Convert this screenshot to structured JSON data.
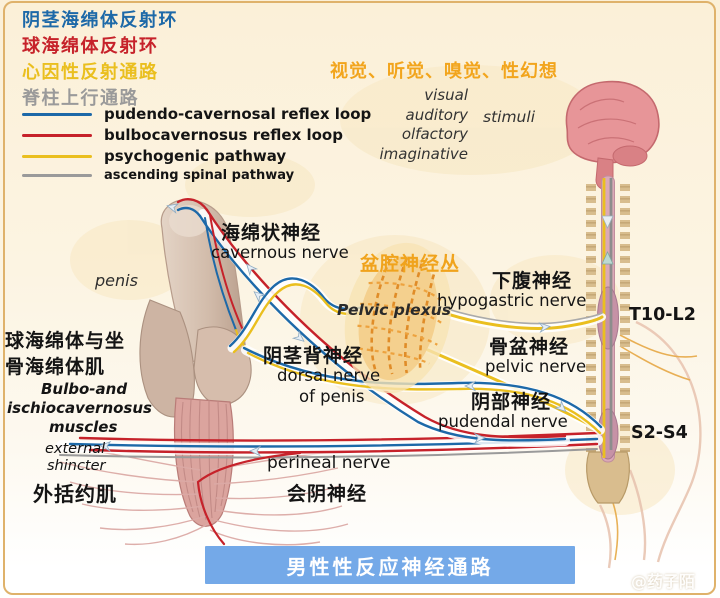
{
  "banner": {
    "title": "男性性反应神经通路"
  },
  "watermark": {
    "handle": "@药子陌"
  },
  "colors": {
    "background_cream": "#fbf0d8",
    "frame_gold": "#dfb26b",
    "blue_pathway": "#1d69a8",
    "red_pathway": "#c6222a",
    "yellow_pathway": "#eabf1f",
    "gray_pathway": "#9a9a9a",
    "orange_text": "#f2a51d",
    "banner_blue": "#74a9e8",
    "banner_text": "#ffffff"
  },
  "legend": {
    "items": [
      {
        "cn": "阴茎海绵体反射环",
        "en": "pudendo-cavernosal reflex loop",
        "color": "#1d69a8"
      },
      {
        "cn": "球海绵体反射环",
        "en": "bulbocavernosus reflex loop",
        "color": "#c6222a"
      },
      {
        "cn": "心因性反射通路",
        "en": "psychogenic pathway",
        "color": "#eabf1f"
      },
      {
        "cn": "脊柱上行通路",
        "en": "ascending spinal pathway",
        "color": "#9a9a9a"
      }
    ]
  },
  "stimuli": {
    "cn": "视觉、听觉、嗅觉、性幻想",
    "types": [
      "visual",
      "auditory",
      "olfactory",
      "imaginative"
    ],
    "word": "stimuli"
  },
  "nerves": {
    "cavernous": {
      "cn": "海绵状神经",
      "en": "cavernous nerve"
    },
    "pelvic_plexus": {
      "cn": "盆腔神经丛",
      "en": "Pelvic plexus"
    },
    "hypogastric": {
      "cn": "下腹神经",
      "en": "hypogastric nerve"
    },
    "pelvic": {
      "cn": "骨盆神经",
      "en": "pelvic nerve"
    },
    "pudendal": {
      "cn": "阴部神经",
      "en": "pudendal nerve"
    },
    "dorsal": {
      "cn": "阴茎背神经",
      "en_line1": "dorsal nerve",
      "en_line2": "of penis"
    },
    "perineal": {
      "cn": "会阴神经",
      "en": "perineal nerve"
    }
  },
  "anatomy": {
    "penis": "penis",
    "bulbo": {
      "cn_line1": "球海绵体与坐",
      "cn_line2": "骨海绵体肌",
      "en_line1": "Bulbo-and",
      "en_line2": "ischiocavernosus",
      "en_line3": "muscles"
    },
    "sphincter": {
      "cn": "外括约肌",
      "en_line1": "external",
      "en_line2": "shincter"
    }
  },
  "spine_levels": {
    "thoracolumbar": "T10-L2",
    "sacral": "S2-S4"
  }
}
